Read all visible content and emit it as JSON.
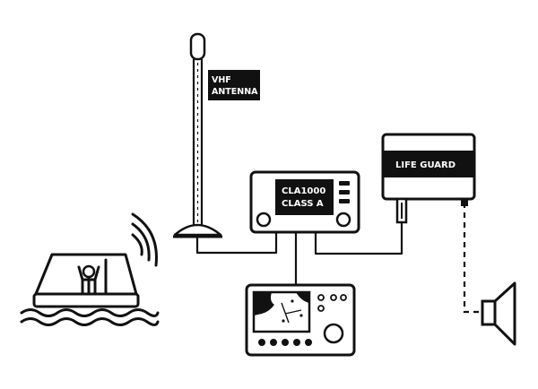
{
  "labels": {
    "antenna_line1": "VHF",
    "antenna_line2": "ANTENNA",
    "transceiver_line1": "CLA1000",
    "transceiver_line2": "CLASS A",
    "lifeguard": "LIFE GUARD"
  },
  "icons": {
    "antenna": "vhf-antenna-icon",
    "transceiver": "ais-transceiver-icon",
    "lifeguard": "lifeguard-unit-icon",
    "chartplotter": "chartplotter-icon",
    "speaker": "speaker-icon",
    "liferaft": "liferaft-person-icon",
    "signal": "radio-waves-icon"
  },
  "colors": {
    "line": "#111111",
    "label_bg": "#111111",
    "label_text": "#ffffff",
    "background": "#ffffff"
  }
}
